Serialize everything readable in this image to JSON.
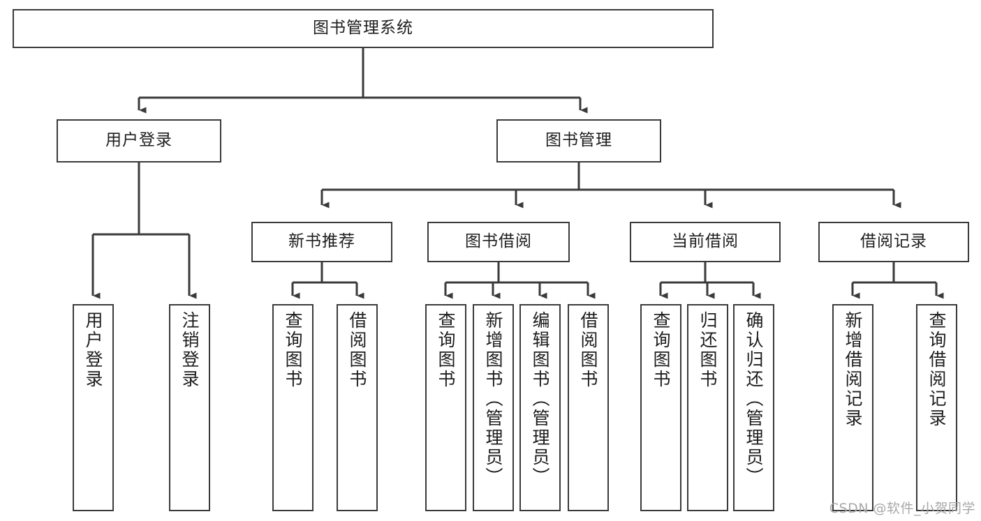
{
  "diagram": {
    "title": "图书管理系统",
    "type": "tree",
    "orientation": "top-down",
    "line_color": "#3a3a3a",
    "box_fill": "#ffffff",
    "text_color": "#1d1d1d"
  },
  "nodes": {
    "root": {
      "label": "图书管理系统",
      "level": 0
    },
    "l1": [
      {
        "id": "user-login",
        "label": "用户登录",
        "level": 1
      },
      {
        "id": "book-manage",
        "label": "图书管理",
        "level": 1
      }
    ],
    "l2": [
      {
        "id": "new-book-rec",
        "label": "新书推荐",
        "level": 2,
        "parent": "book-manage"
      },
      {
        "id": "book-borrow",
        "label": "图书借阅",
        "level": 2,
        "parent": "book-manage"
      },
      {
        "id": "current-borrow",
        "label": "当前借阅",
        "level": 2,
        "parent": "book-manage"
      },
      {
        "id": "borrow-record",
        "label": "借阅记录",
        "level": 2,
        "parent": "book-manage"
      }
    ],
    "leaves": [
      {
        "id": "leaf-user-login",
        "label": "用户登录",
        "parent": "user-login"
      },
      {
        "id": "leaf-user-logout",
        "label": "注销登录",
        "parent": "user-login"
      },
      {
        "id": "leaf-rec-query",
        "label": "查询图书",
        "parent": "new-book-rec"
      },
      {
        "id": "leaf-rec-borrow",
        "label": "借阅图书",
        "parent": "new-book-rec"
      },
      {
        "id": "leaf-bb-query",
        "label": "查询图书",
        "parent": "book-borrow"
      },
      {
        "id": "leaf-bb-add",
        "label": "新增图书（管理员）",
        "parent": "book-borrow"
      },
      {
        "id": "leaf-bb-edit",
        "label": "编辑图书（管理员）",
        "parent": "book-borrow"
      },
      {
        "id": "leaf-bb-borrow",
        "label": "借阅图书",
        "parent": "book-borrow"
      },
      {
        "id": "leaf-cb-query",
        "label": "查询图书",
        "parent": "current-borrow"
      },
      {
        "id": "leaf-cb-return",
        "label": "归还图书",
        "parent": "current-borrow"
      },
      {
        "id": "leaf-cb-confirm",
        "label": "确认归还（管理员）",
        "parent": "current-borrow"
      },
      {
        "id": "leaf-br-add",
        "label": "新增借阅记录",
        "parent": "borrow-record"
      },
      {
        "id": "leaf-br-query",
        "label": "查询借阅记录",
        "parent": "borrow-record"
      }
    ]
  },
  "watermark": {
    "text": "CSDN @软件_小贺同学"
  }
}
